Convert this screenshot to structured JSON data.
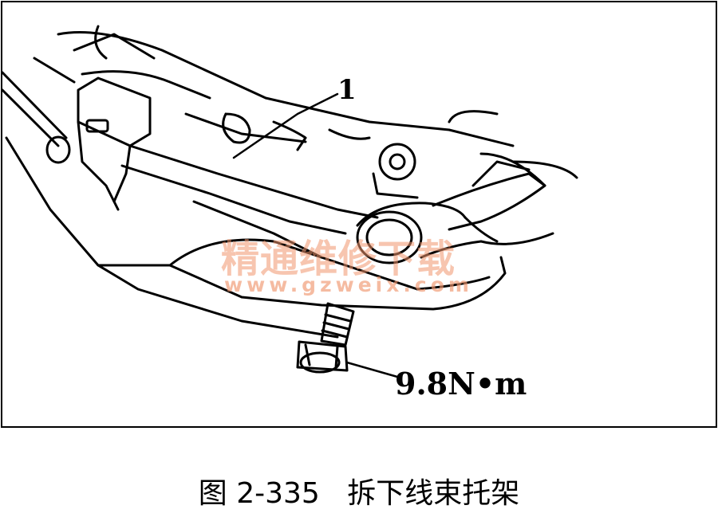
{
  "figure": {
    "part_number": "1",
    "torque": "9.8N•m",
    "watermark_cn": "精通维修下载",
    "watermark_url": "www.gzweix.com"
  },
  "caption": {
    "number": "图 2-335",
    "title": "拆下线束托架"
  },
  "colors": {
    "line": "#000000",
    "watermark": "#f0966e"
  }
}
